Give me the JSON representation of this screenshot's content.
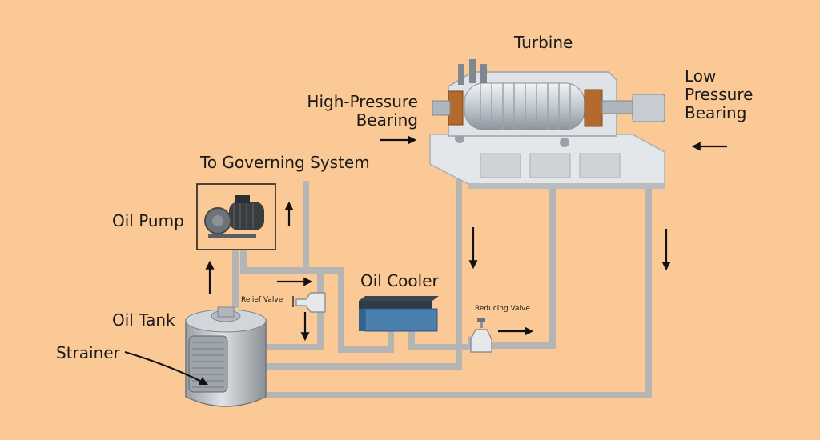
{
  "labels": {
    "turbine": "Turbine",
    "high_pressure_bearing": [
      "High-Pressure",
      "Bearing"
    ],
    "low_pressure_bearing": [
      "Low",
      "Pressure",
      "Bearing"
    ],
    "to_governing_system": "To Governing System",
    "oil_pump": "Oil Pump",
    "oil_cooler": "Oil Cooler",
    "relief_valve": "Relief Valve",
    "reducing_valve": "Reducing Valve",
    "oil_tank": "Oil Tank",
    "strainer": "Strainer"
  },
  "colors": {
    "background": "#fac995",
    "pipe": "#b5b5b5",
    "turbine_body": "#d9dde3",
    "cooler_top": "#2f3b47",
    "cooler_body": "#4a7fae",
    "tank_body": "#c9cdd1",
    "arrow": "#111111"
  },
  "icons": [
    "turbine-icon",
    "oil-pump-icon",
    "oil-cooler-icon",
    "oil-tank-icon",
    "relief-valve-icon",
    "reducing-valve-icon"
  ]
}
